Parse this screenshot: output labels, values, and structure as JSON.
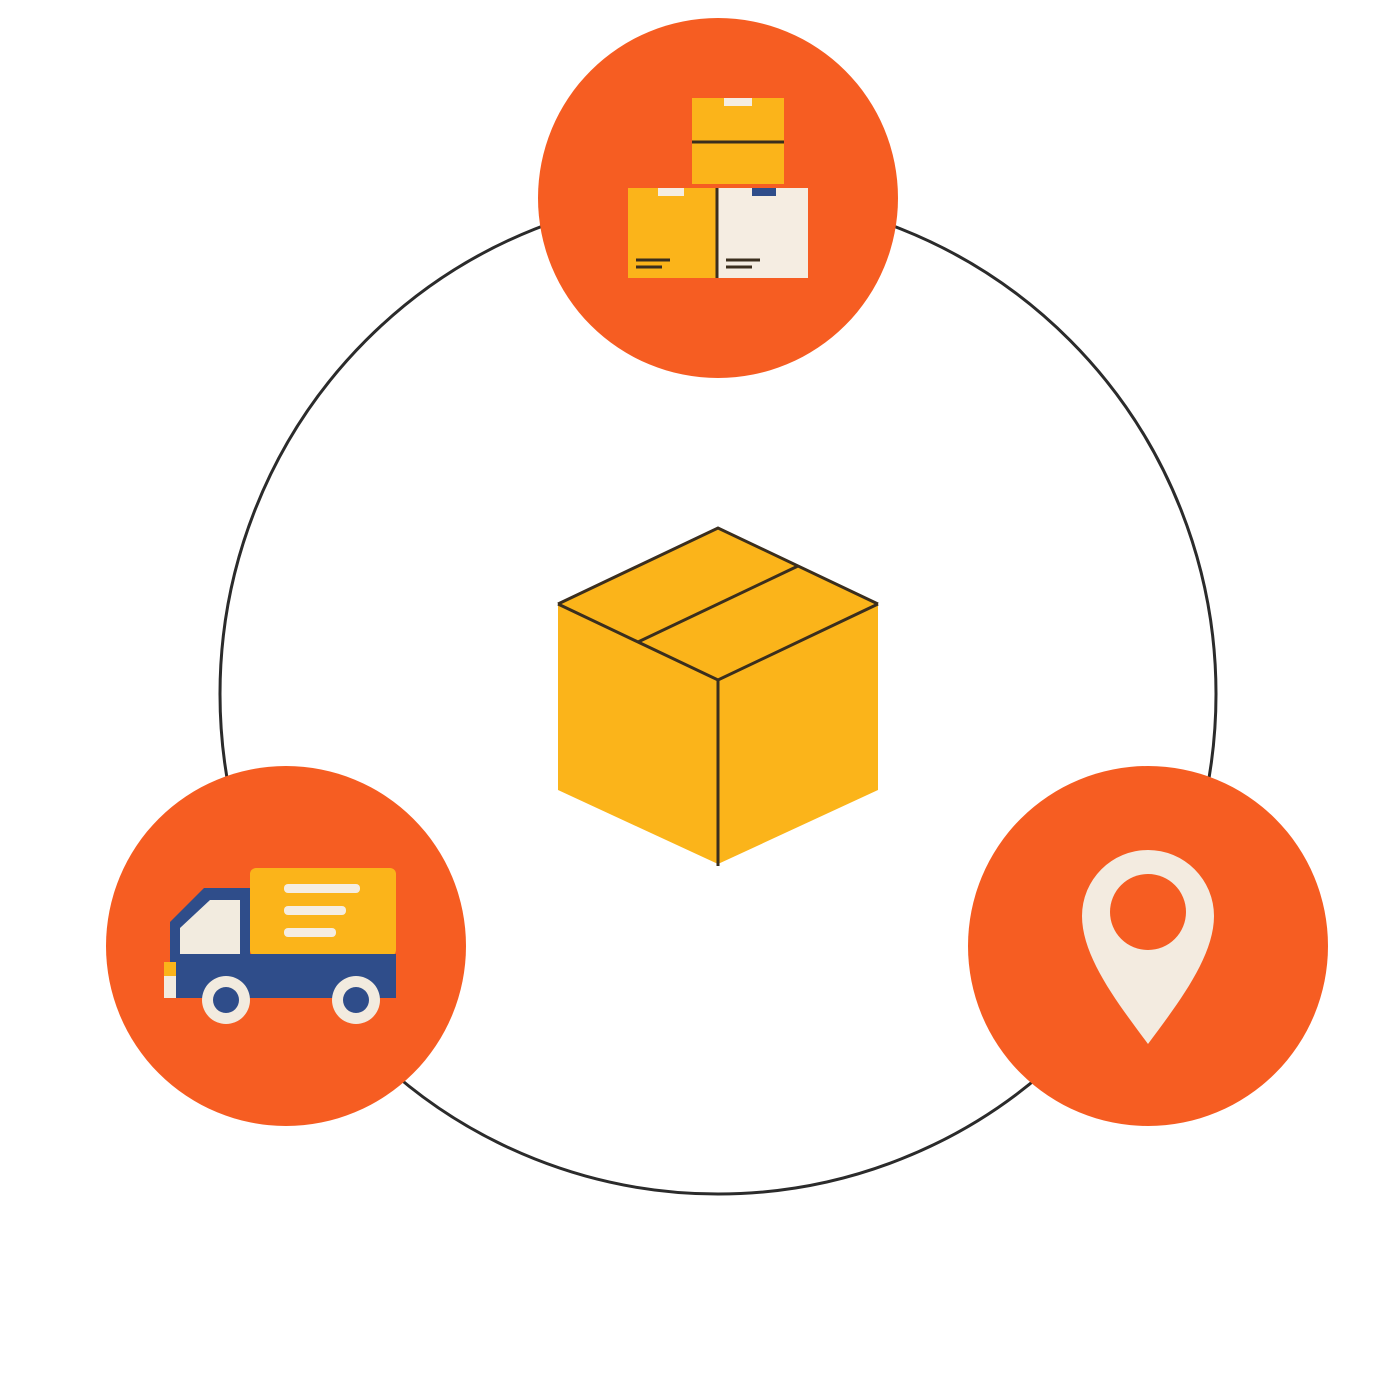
{
  "colors": {
    "background": "#ffffff",
    "ring_stroke": "#2b2b2b",
    "node_fill": "#f65d22",
    "box_fill": "#fbb41a",
    "box_light": "#f5ede2",
    "box_line": "#3a2e1e",
    "truck_blue": "#2f4d8a",
    "truck_cab": "#f2ebdf",
    "pin_fill": "#f3ebe0"
  },
  "diagram": {
    "center": {
      "icon": "cardboard-box-icon"
    },
    "nodes": [
      {
        "id": "storage",
        "icon": "stacked-boxes-icon"
      },
      {
        "id": "transport",
        "icon": "delivery-truck-icon"
      },
      {
        "id": "destination",
        "icon": "location-pin-icon"
      }
    ]
  }
}
